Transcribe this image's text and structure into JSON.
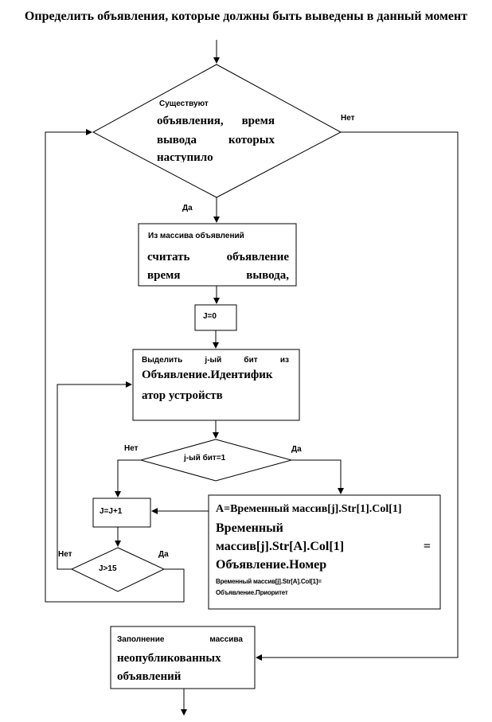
{
  "title": "Определить объявления, которые должны быть выведены в данный момент",
  "decision1": {
    "line1": "Существуют",
    "line2_a": "объявления,",
    "line2_b": "время",
    "line3_a": "вывода",
    "line3_b": "которых",
    "line4": "наступило",
    "yes_label": "Да",
    "no_label": "Нет"
  },
  "box_read": {
    "line1": "Из массива объявлений",
    "line2_a": "считать",
    "line2_b": "объявление",
    "line3_a": "время",
    "line3_b": "вывода,"
  },
  "box_j0": {
    "text": "J=0"
  },
  "box_select": {
    "line1_a": "Выделить",
    "line1_b": "j-ый",
    "line1_c": "бит",
    "line1_d": "из",
    "line2": "Объявление.Идентифик",
    "line3": "атор устройств"
  },
  "decision2": {
    "text": "j-ый бит=1",
    "yes_label": "Да",
    "no_label": "Нет"
  },
  "box_increment": {
    "text": "J=J+1"
  },
  "decision3": {
    "text": "J>15",
    "yes_label": "Да",
    "no_label": "Нет"
  },
  "box_assign": {
    "line1": "A=Временный массив[j].Str[1].Col[1]",
    "line2": "Временный",
    "line3_a": "массив[j].Str[A].Col[1]",
    "line3_b": "=",
    "line4": "Объявление.Номер",
    "line5": "Временный массив[j].Str[A].Col[1]=",
    "line6": "Объявление.Приоритет"
  },
  "box_fill": {
    "line1_a": "Заполнение",
    "line1_b": "массива",
    "line2": "неопубликованных",
    "line3": "объявлений"
  }
}
